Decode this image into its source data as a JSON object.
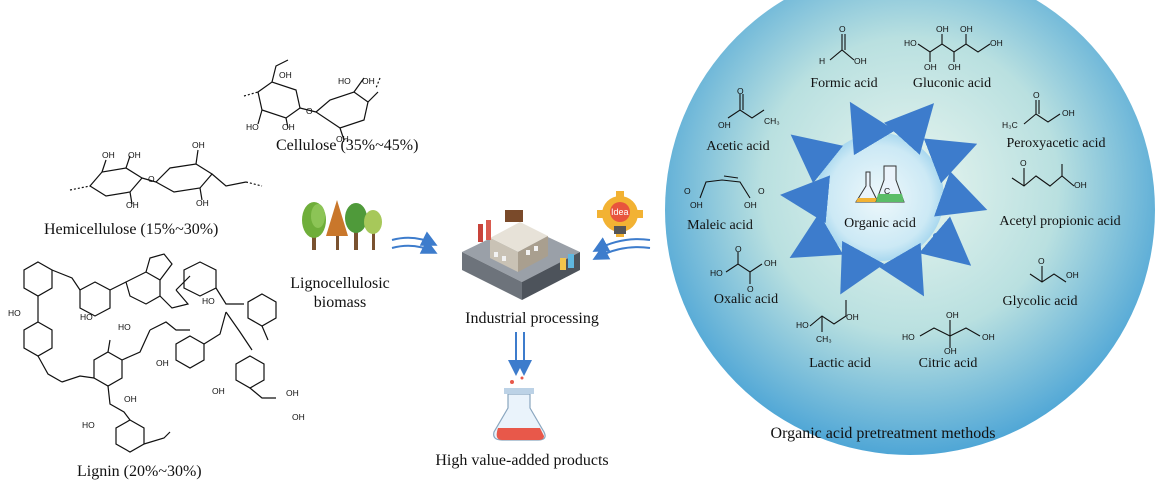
{
  "biomass": {
    "cellulose": "Cellulose (35%~45%)",
    "hemicellulose": "Hemicellulose (15%~30%)",
    "lignin": "Lignin (20%~30%)",
    "source_line1": "Lignocellulosic",
    "source_line2": "biomass"
  },
  "process": {
    "industrial": "Industrial processing",
    "products": "High value-added products",
    "idea_badge": "Idea"
  },
  "pretreatment": {
    "caption": "Organic acid pretreatment methods",
    "center": "Organic acid",
    "acids": {
      "formic": "Formic acid",
      "gluconic": "Gluconic acid",
      "peroxyacetic": "Peroxyacetic acid",
      "acetyl_propionic": "Acetyl propionic acid",
      "glycolic": "Glycolic acid",
      "citric": "Citric acid",
      "lactic": "Lactic acid",
      "oxalic": "Oxalic acid",
      "maleic": "Maleic acid",
      "acetic": "Acetic acid"
    }
  },
  "atoms": {
    "oh": "OH",
    "ho": "HO",
    "h": "H",
    "o": "O",
    "ch3": "CH₃",
    "h3c": "H₃C",
    "c": "C"
  },
  "colors": {
    "circle_center": "#e4f3ee",
    "circle_edge": "#52a8d8",
    "arrow": "#3d7ccc",
    "inner_glow": "#bfe2f4"
  }
}
